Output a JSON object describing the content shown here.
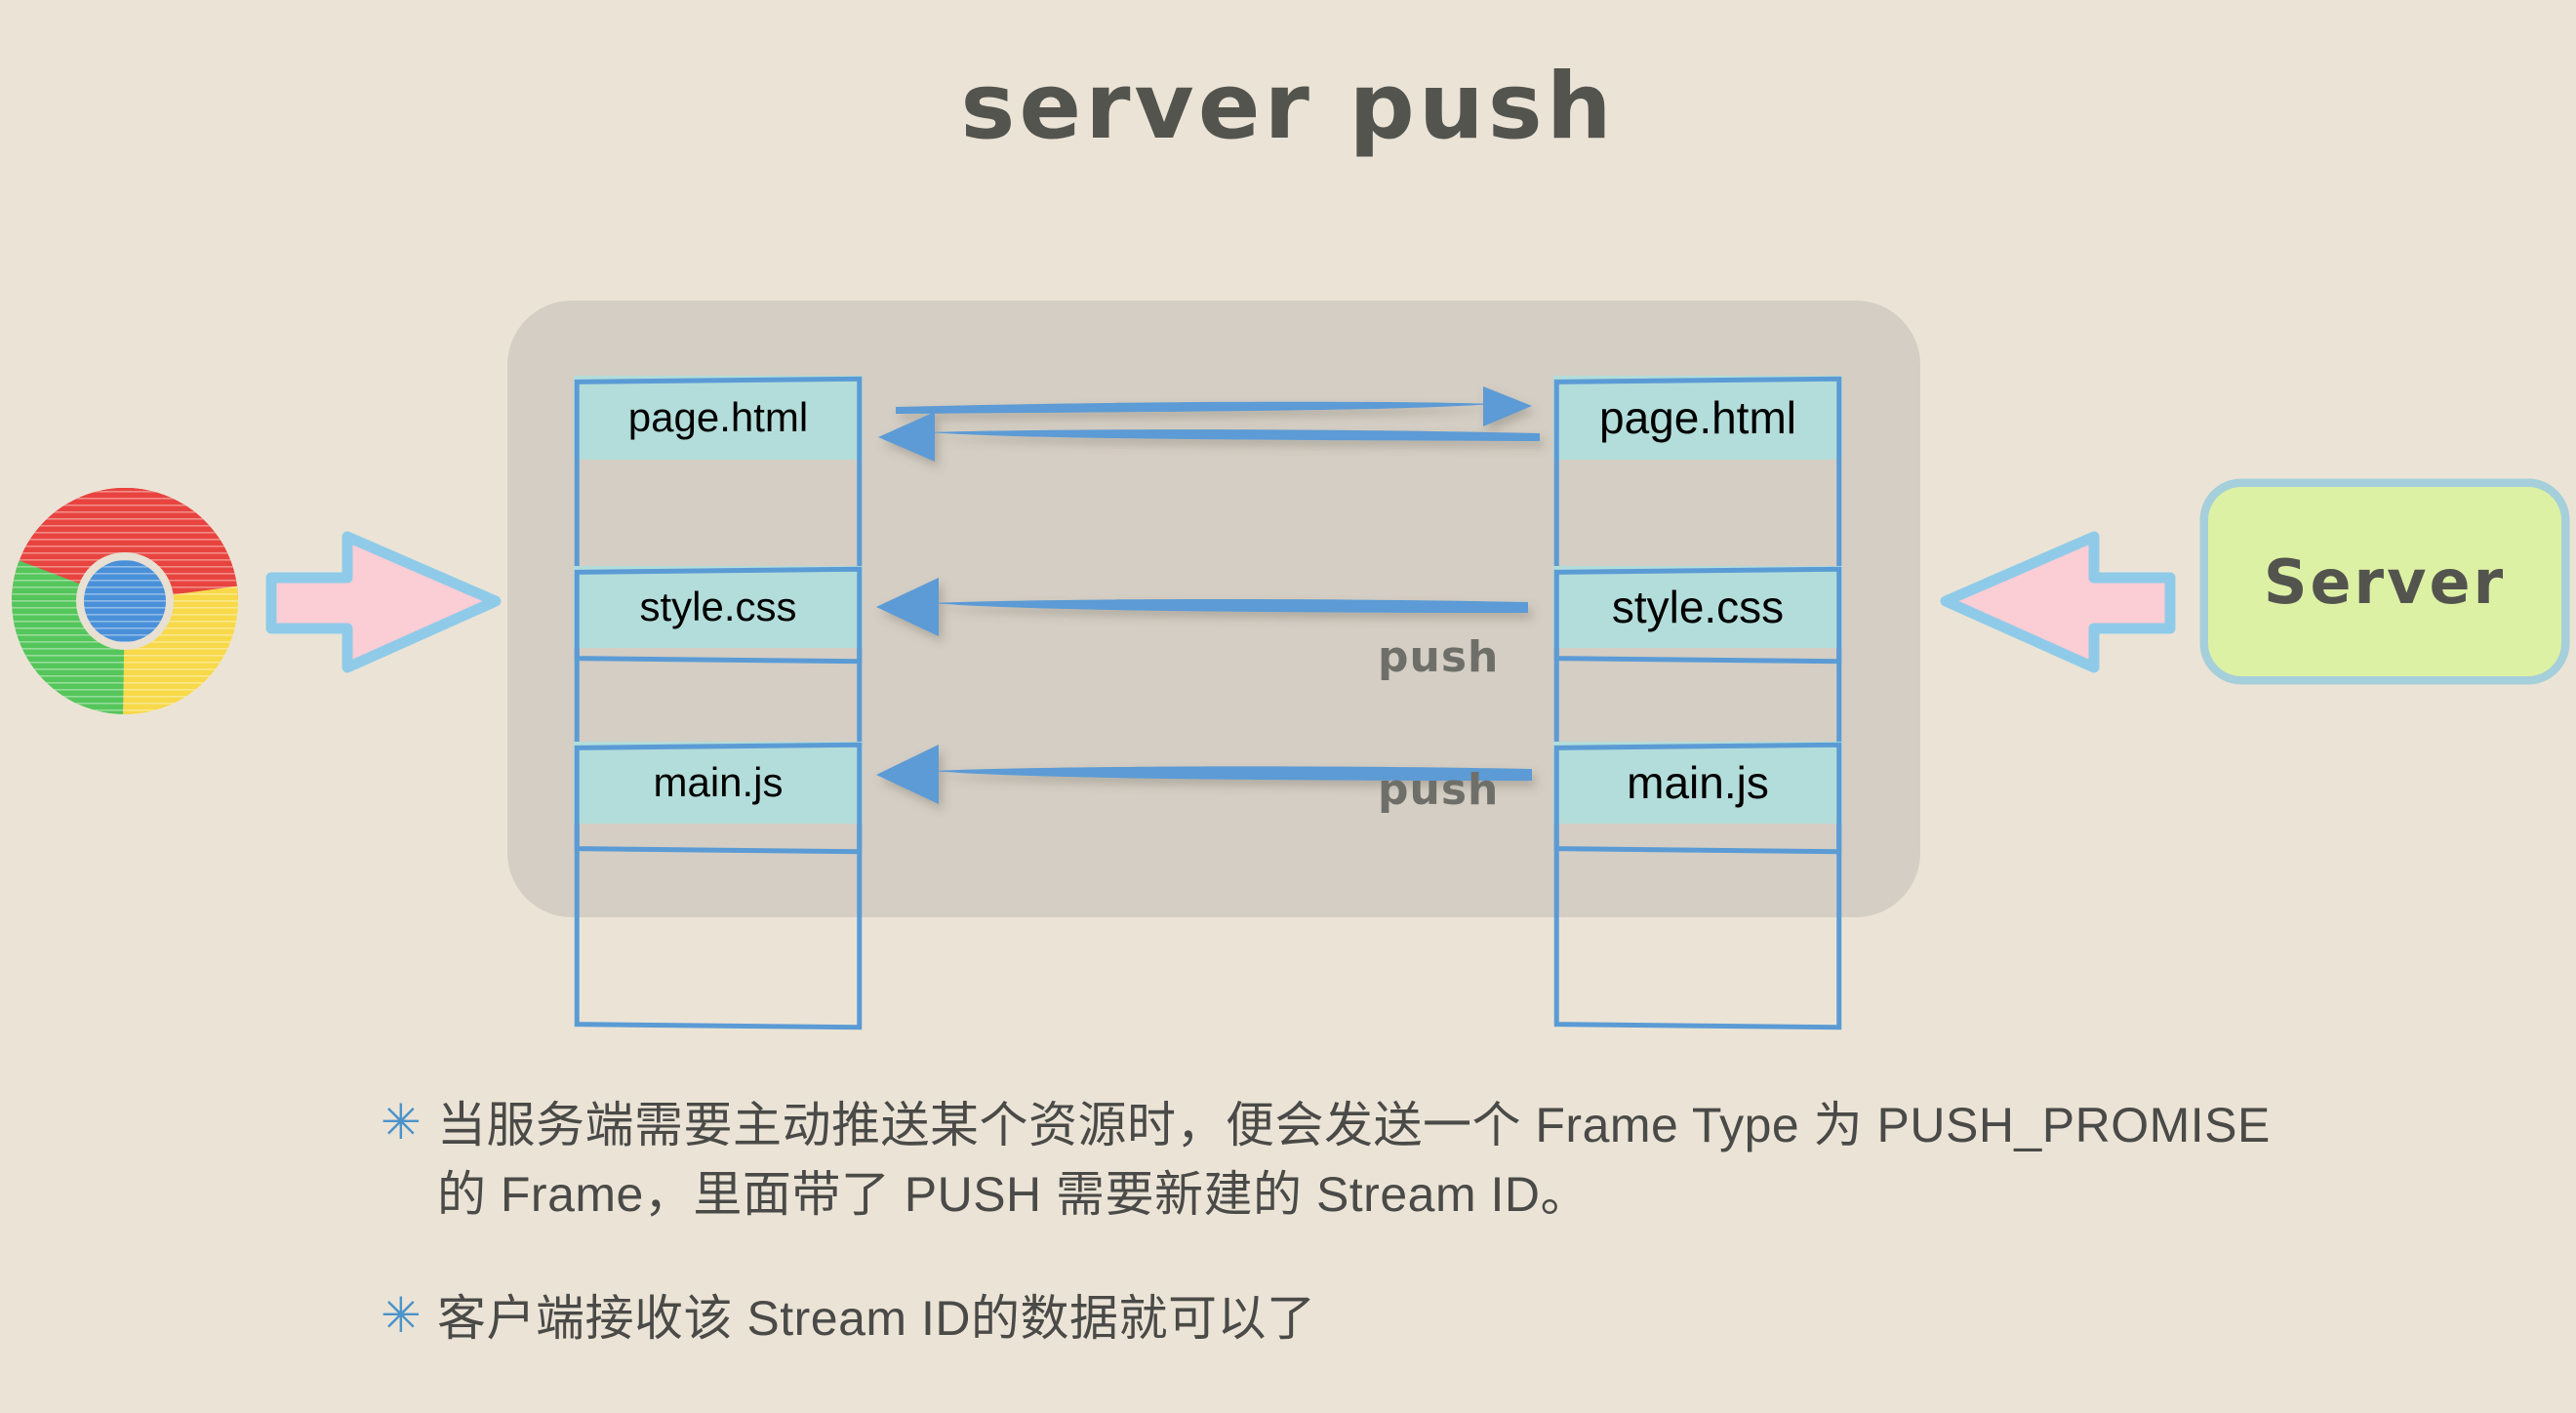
{
  "title": "server push",
  "colors": {
    "page_background": "#ebe4d6",
    "panel": "#d4cec4",
    "box_fill": "#b3ddda",
    "box_border": "#5b9bd5",
    "arrow_blue": "#5b9bd5",
    "server_fill": "#ddf1a4",
    "server_border": "#a5cfda",
    "pink_arrow_fill": "#fbcdd5",
    "pink_arrow_border": "#8fcbe8",
    "title_text": "#54544f",
    "push_text": "#6f6f6a",
    "bullet_mark": "#4b93c9",
    "bullet_text": "#4a4a48",
    "chrome_red": "#e8443f",
    "chrome_green": "#55c65b",
    "chrome_yellow": "#f7d949",
    "chrome_blue": "#4a90d9"
  },
  "diagram": {
    "client_icon": "chrome-logo",
    "server_label": "Server",
    "rows": [
      {
        "left_label": "page.html",
        "right_label": "page.html",
        "arrows": [
          "right",
          "left"
        ],
        "push_label": ""
      },
      {
        "left_label": "style.css",
        "right_label": "style.css",
        "arrows": [
          "left"
        ],
        "push_label": "push"
      },
      {
        "left_label": "main.js",
        "right_label": "main.js",
        "arrows": [
          "left"
        ],
        "push_label": "push"
      }
    ]
  },
  "bullets": [
    {
      "marker": "✳",
      "text": "当服务端需要主动推送某个资源时，便会发送一个 Frame Type 为 PUSH_PROMISE 的 Frame，里面带了 PUSH 需要新建的 Stream ID。"
    },
    {
      "marker": "✳",
      "text": "客户端接收该 Stream ID的数据就可以了"
    }
  ]
}
